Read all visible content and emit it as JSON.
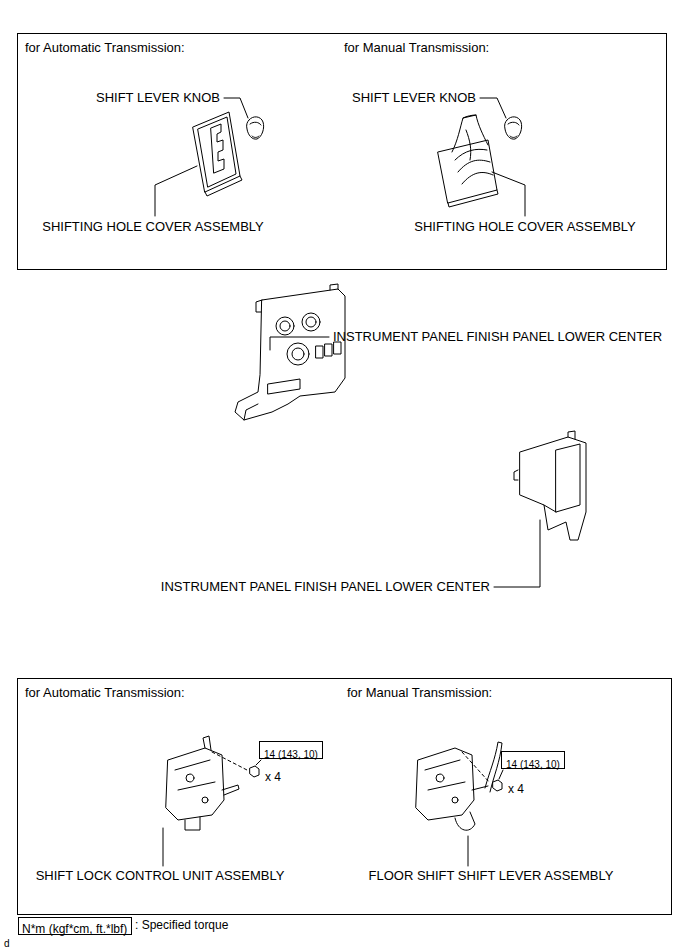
{
  "diagram": {
    "nodes": [
      {
        "text": [
          "for Automatic Transmission:",
          "for Manual Transmission:"
        ]
      },
      {
        "text": [
          "for Automatic Transmission:",
          "for Manual Transmission:"
        ]
      },
      {
        "text": [
          "14 (143, 10)"
        ],
        "in": 1
      },
      {
        "text": [
          "14 (143, 10)"
        ],
        "in": 1
      },
      {
        "text": [
          "N*m (kgf*cm, ft.*lbf)"
        ]
      }
    ],
    "labels": [
      "SHIFT LEVER KNOB",
      "SHIFTING HOLE COVER ASSEMBLY",
      "SHIFT LEVER KNOB",
      "SHIFTING HOLE COVER ASSEMBLY",
      "INSTRUMENT PANEL FINISH PANEL LOWER CENTER",
      "INSTRUMENT PANEL FINISH PANEL LOWER CENTER",
      "x 4",
      "x 4",
      "SHIFT LOCK CONTROL UNIT ASSEMBLY",
      "FLOOR SHIFT SHIFT LEVER ASSEMBLY",
      ": Specified torque",
      "d"
    ]
  }
}
